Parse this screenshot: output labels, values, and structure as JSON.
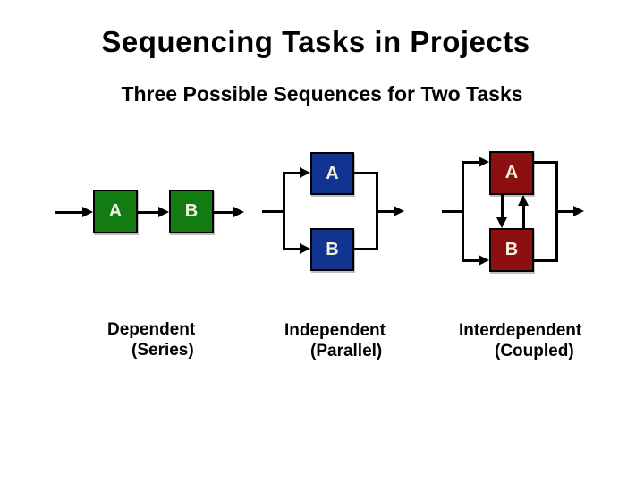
{
  "slide": {
    "title": "Sequencing Tasks in Projects",
    "subtitle": "Three Possible Sequences for Two Tasks"
  },
  "colors": {
    "series_box": "#127c12",
    "parallel_box": "#123390",
    "coupled_box": "#8c1010",
    "connector": "#000000",
    "box_letter": "#f2f1e2",
    "text": "#000000",
    "background": "#ffffff"
  },
  "diagrams": [
    {
      "label": "Dependent",
      "sublabel": "(Series)",
      "box_a": "A",
      "box_b": "B"
    },
    {
      "label": "Independent",
      "sublabel": "(Parallel)",
      "box_a": "A",
      "box_b": "B"
    },
    {
      "label": "Interdependent",
      "sublabel": "(Coupled)",
      "box_a": "A",
      "box_b": "B"
    }
  ]
}
